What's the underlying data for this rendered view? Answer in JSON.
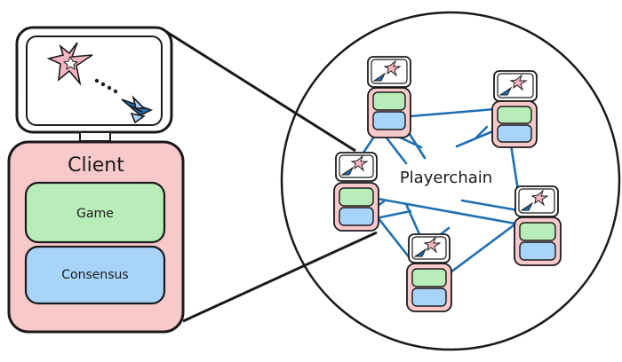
{
  "client": {
    "title": "Client",
    "game_label": "Game",
    "consensus_label": "Consensus"
  },
  "network": {
    "label": "Playerchain"
  },
  "colors": {
    "outline": "#1a1a1a",
    "client_fill": "#f8c9cb",
    "game_fill": "#b8ecb8",
    "consensus_fill": "#a8d4fb",
    "link": "#1f6fb2",
    "star": "#f7b6c2",
    "ship": "#1f6fb2"
  },
  "icons": [
    "star-burst-icon",
    "spaceship-icon"
  ]
}
